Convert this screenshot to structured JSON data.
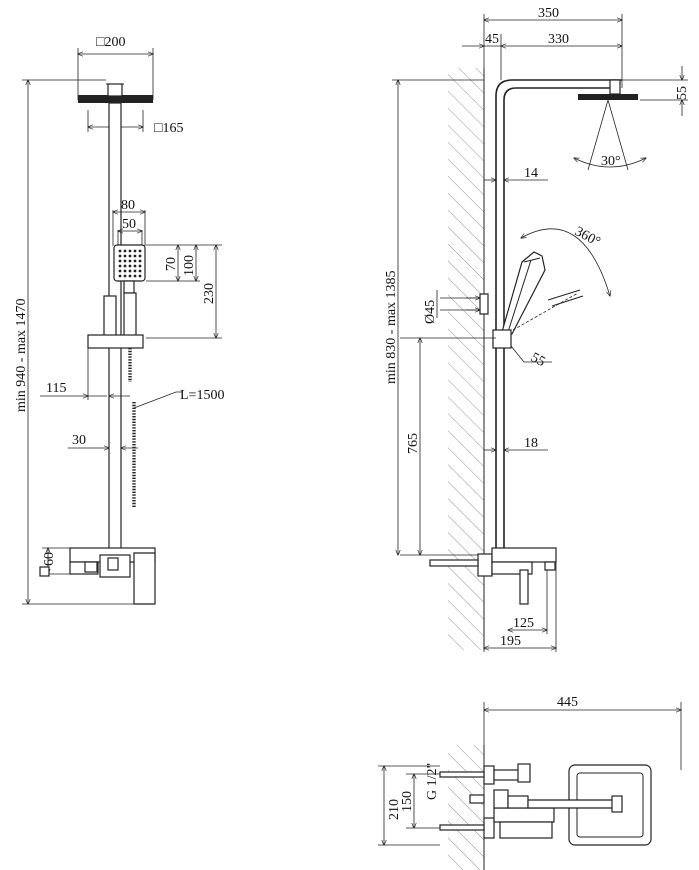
{
  "front_view": {
    "head_size": "□200",
    "head_inner": "□165",
    "hand_width": "80",
    "hand_inner": "50",
    "hand_h70": "70",
    "hand_h100": "100",
    "hand_h230": "230",
    "offset_115": "115",
    "pipe_30": "30",
    "hose": "L=1500",
    "mixer_60": "60",
    "total_height": "min 940 - max 1470"
  },
  "side_view": {
    "width_350": "350",
    "wall_45": "45",
    "arm_330": "330",
    "head_55": "55",
    "angle_30": "30°",
    "pipe_14": "14",
    "rotation": "360°",
    "diam_45": "Ø45",
    "bracket_55": "55",
    "pipe_18": "18",
    "height_765": "765",
    "height_range": "min 830 - max 1385",
    "spout_125": "125",
    "spout_195": "195"
  },
  "top_view": {
    "width_445": "445",
    "depth_210": "210",
    "spacing_150": "150",
    "thread": "G 1/2\""
  }
}
